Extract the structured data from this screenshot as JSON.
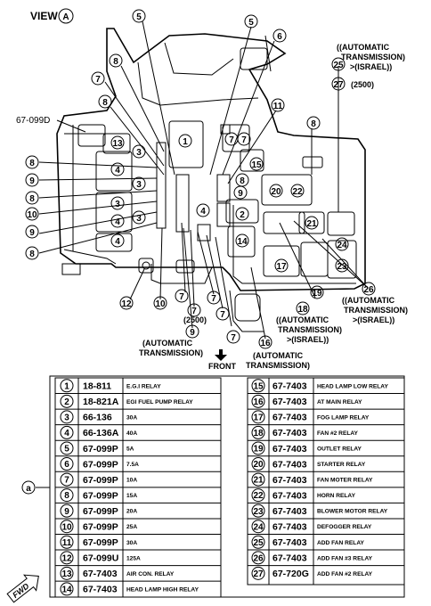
{
  "view_label": "VIEW",
  "view_letter": "A",
  "front_label": "FRONT",
  "part_67_099d": "67-099D",
  "note_2500": "(2500)",
  "note_2500_b": "(2500)",
  "note_auto_trans_top": "((AUTOMATIC",
  "note_auto_trans_top2": "TRANSMISSION)",
  "note_auto_trans_top3": ">(ISRAEL))",
  "note_auto_trans_left": "(AUTOMATIC",
  "note_auto_trans_left2": "TRANSMISSION)",
  "note_auto_trans_mid": "(AUTOMATIC",
  "note_auto_trans_mid2": "TRANSMISSION)",
  "note_israel_bottom": "((AUTOMATIC",
  "note_israel_bottom2": "TRANSMISSION)",
  "note_israel_bottom3": ">(ISRAEL))",
  "note_israel_right": "((AUTOMATIC",
  "note_israel_right2": "TRANSMISSION)",
  "note_israel_right3": ">(ISRAEL))",
  "table_marker": "a",
  "fwd_label": "FWD",
  "callouts": [
    "1",
    "2",
    "3",
    "4",
    "5",
    "6",
    "7",
    "8",
    "9",
    "10",
    "11",
    "12",
    "13",
    "14",
    "15",
    "16",
    "17",
    "18",
    "19",
    "20",
    "21",
    "22",
    "23",
    "24",
    "25",
    "26",
    "27"
  ],
  "parts_left": [
    {
      "n": "1",
      "part": "18-811",
      "desc": "E.G.I RELAY"
    },
    {
      "n": "2",
      "part": "18-821A",
      "desc": "EGI FUEL PUMP RELAY"
    },
    {
      "n": "3",
      "part": "66-136",
      "desc": "30A"
    },
    {
      "n": "4",
      "part": "66-136A",
      "desc": "40A"
    },
    {
      "n": "5",
      "part": "67-099P",
      "desc": "5A"
    },
    {
      "n": "6",
      "part": "67-099P",
      "desc": "7.5A"
    },
    {
      "n": "7",
      "part": "67-099P",
      "desc": "10A"
    },
    {
      "n": "8",
      "part": "67-099P",
      "desc": "15A"
    },
    {
      "n": "9",
      "part": "67-099P",
      "desc": "20A"
    },
    {
      "n": "10",
      "part": "67-099P",
      "desc": "25A"
    },
    {
      "n": "11",
      "part": "67-099P",
      "desc": "30A"
    },
    {
      "n": "12",
      "part": "67-099U",
      "desc": "125A"
    },
    {
      "n": "13",
      "part": "67-7403",
      "desc": "AIR CON. RELAY"
    },
    {
      "n": "14",
      "part": "67-7403",
      "desc": "HEAD LAMP HIGH RELAY"
    }
  ],
  "parts_right": [
    {
      "n": "15",
      "part": "67-7403",
      "desc": "HEAD LAMP LOW RELAY"
    },
    {
      "n": "16",
      "part": "67-7403",
      "desc": "AT MAIN RELAY"
    },
    {
      "n": "17",
      "part": "67-7403",
      "desc": "FOG LAMP RELAY"
    },
    {
      "n": "18",
      "part": "67-7403",
      "desc": "FAN #2 RELAY"
    },
    {
      "n": "19",
      "part": "67-7403",
      "desc": "OUTLET RELAY"
    },
    {
      "n": "20",
      "part": "67-7403",
      "desc": "STARTER RELAY"
    },
    {
      "n": "21",
      "part": "67-7403",
      "desc": "FAN MOTER RELAY"
    },
    {
      "n": "22",
      "part": "67-7403",
      "desc": "HORN RELAY"
    },
    {
      "n": "23",
      "part": "67-7403",
      "desc": "BLOWER MOTOR RELAY"
    },
    {
      "n": "24",
      "part": "67-7403",
      "desc": "DEFOGGER RELAY"
    },
    {
      "n": "25",
      "part": "67-7403",
      "desc": "ADD FAN RELAY"
    },
    {
      "n": "26",
      "part": "67-7403",
      "desc": "ADD FAN #3 RELAY"
    },
    {
      "n": "27",
      "part": "67-720G",
      "desc": "ADD FAN #2 RELAY"
    }
  ]
}
